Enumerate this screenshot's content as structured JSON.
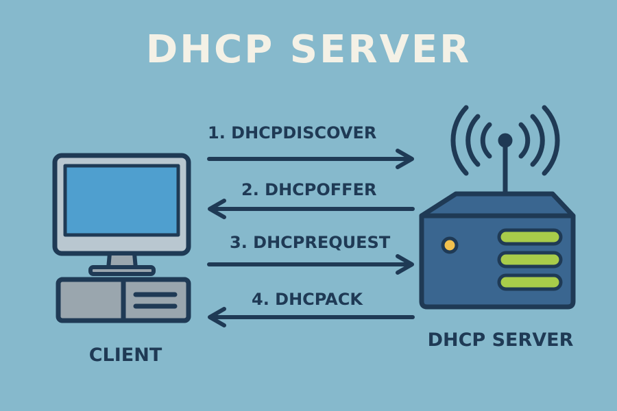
{
  "title": "DHCP SERVER",
  "client": {
    "label": "CLIENT"
  },
  "server": {
    "label": "DHCP SERVER"
  },
  "steps": [
    {
      "label": "1. DHCPDISCOVER",
      "direction": "to-server"
    },
    {
      "label": "2. DHCPOFFER",
      "direction": "to-client"
    },
    {
      "label": "3. DHCPREQUEST",
      "direction": "to-server"
    },
    {
      "label": "4. DHCPACK",
      "direction": "to-client"
    }
  ],
  "colors": {
    "background": "#86b9cc",
    "outline": "#1f3a55",
    "title": "#f4f1e6",
    "screen": "#4f9fcf",
    "monitor_frame": "#b9c7d0",
    "pc_case": "#9aa6ae",
    "server_body": "#3a6690",
    "server_led": "#f2c14e",
    "server_bar": "#a8cc4a"
  }
}
